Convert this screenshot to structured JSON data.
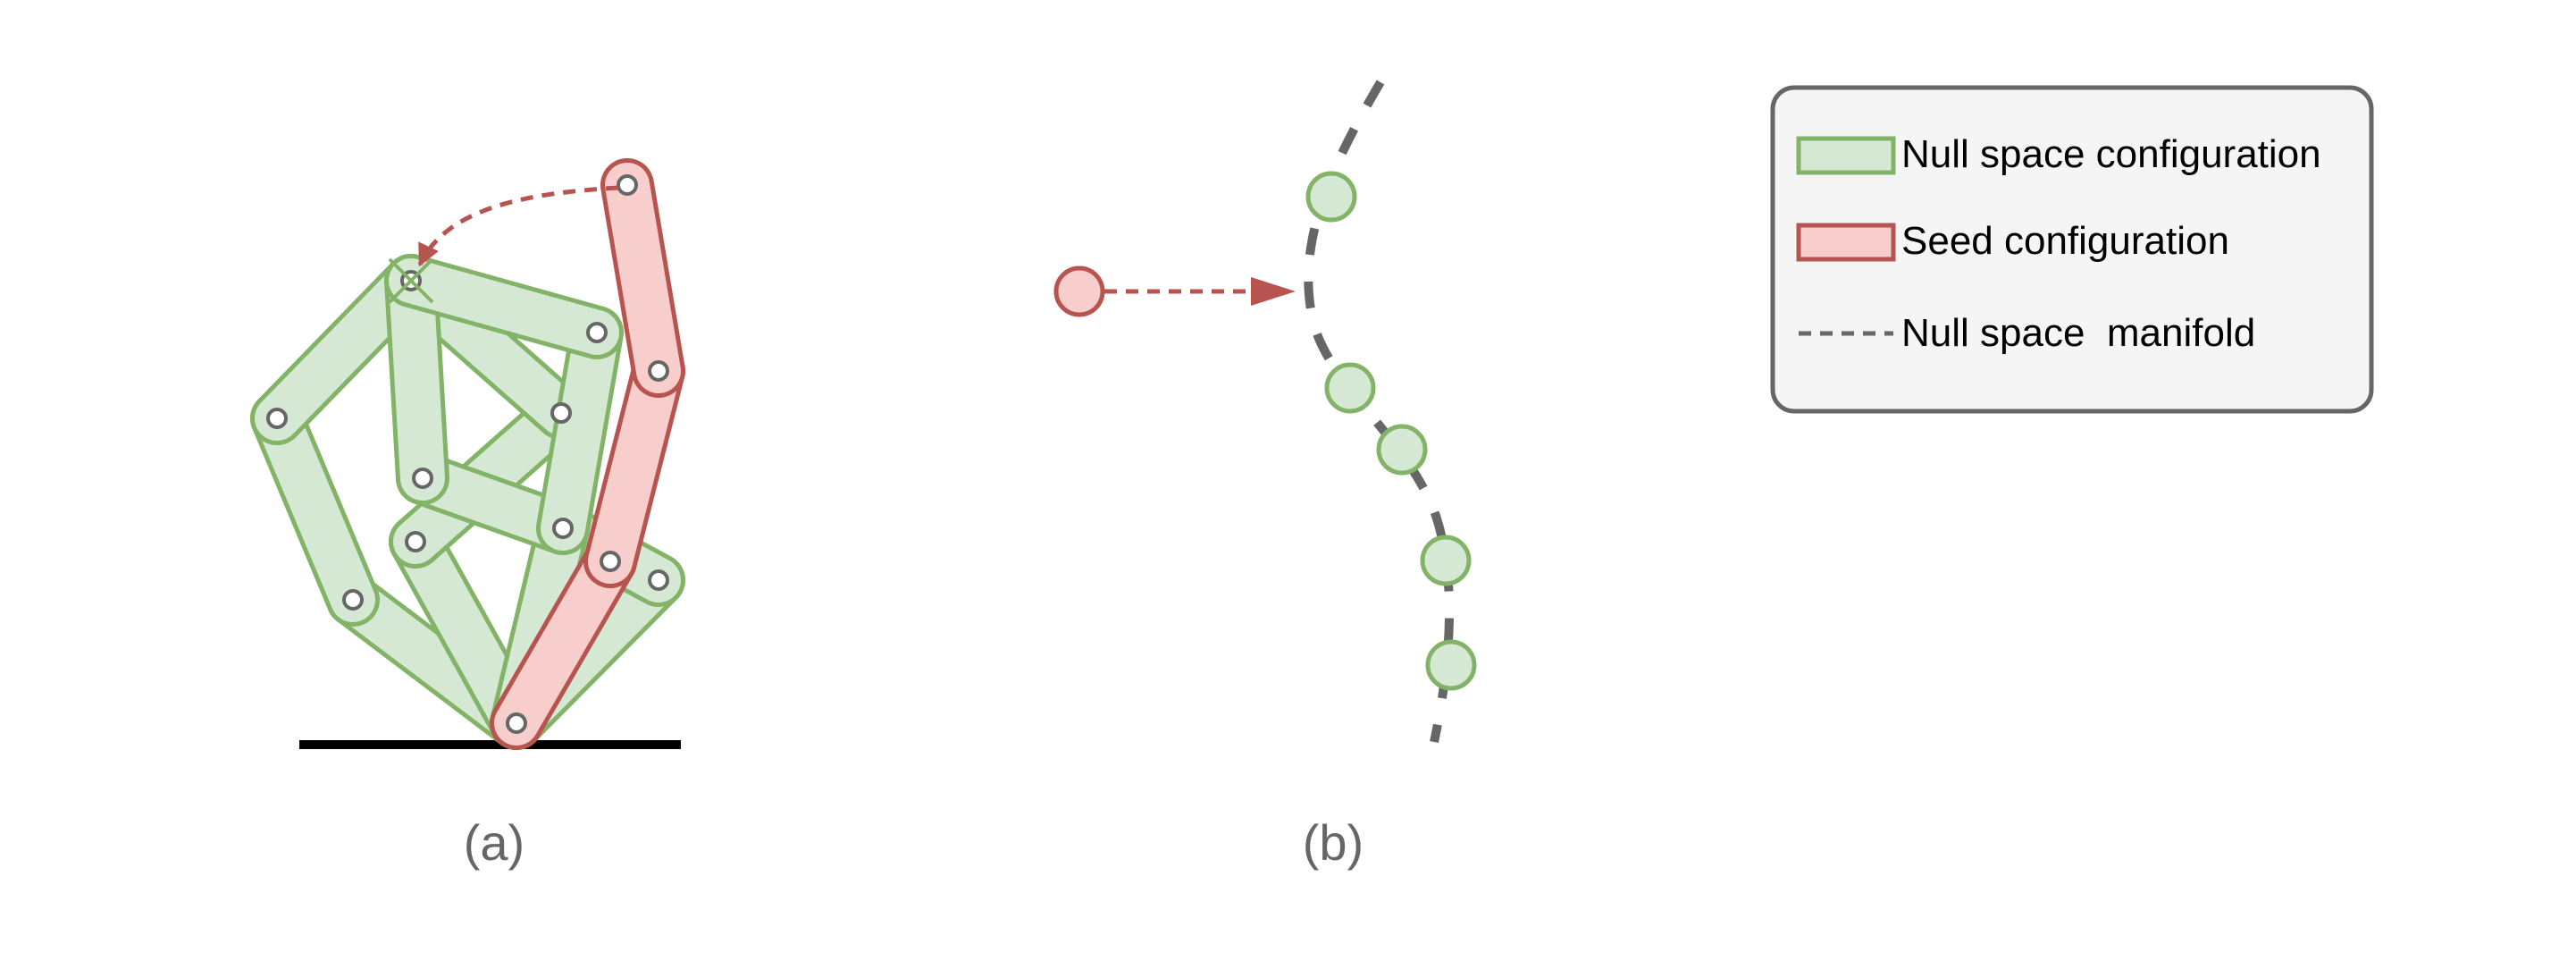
{
  "captions": {
    "a": "(a)",
    "b": "(b)"
  },
  "legend": {
    "items": [
      {
        "key": "null_space",
        "label": "Null space configuration",
        "symbol": "green-link-swatch"
      },
      {
        "key": "seed",
        "label": "Seed configuration",
        "symbol": "red-link-swatch"
      },
      {
        "key": "manifold",
        "label": "Null space  manifold",
        "symbol": "dashed-line"
      }
    ]
  },
  "colors": {
    "green_fill": "#d5e8d4",
    "green_stroke": "#82b366",
    "red_fill": "#f8cecc",
    "red_stroke": "#b85450",
    "arrow": "#b85450",
    "manifold": "#666666",
    "joint_stroke": "#666666",
    "caption_text": "#666666",
    "legend_bg": "#f5f5f5",
    "legend_border": "#666666"
  }
}
